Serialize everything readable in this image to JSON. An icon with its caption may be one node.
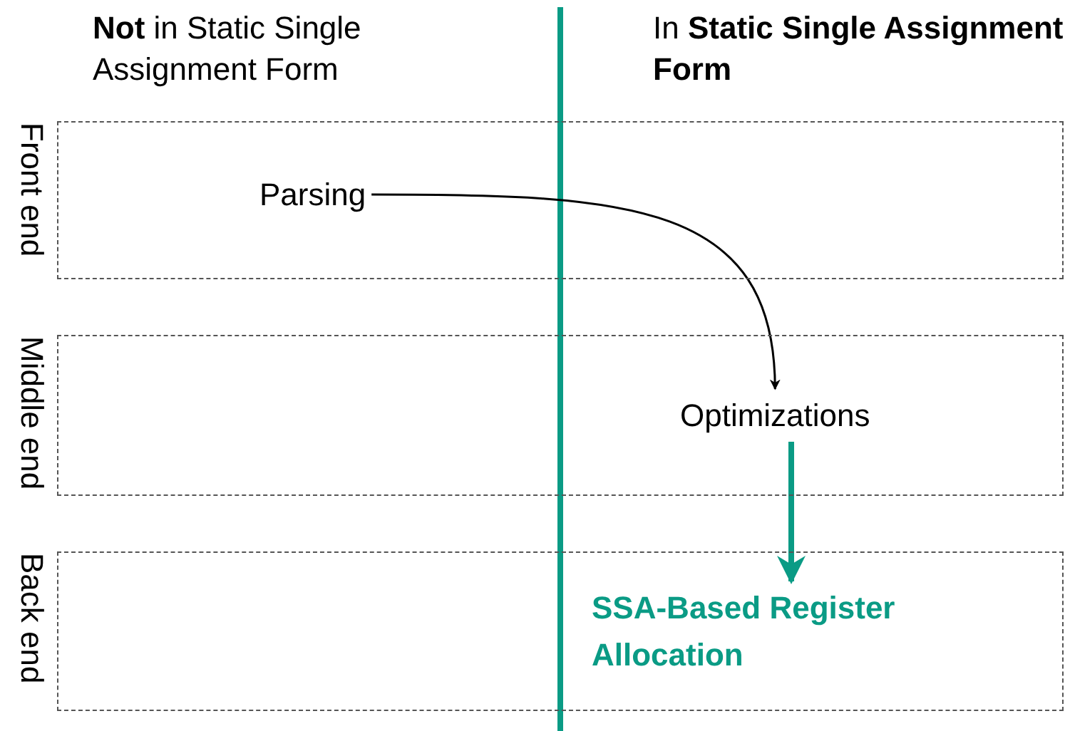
{
  "diagram": {
    "nodes": [
      {
        "text": [
          "Front end"
        ]
      },
      {
        "text": [
          "Parsing"
        ],
        "in": 0
      },
      {
        "text": [
          "Middle end"
        ]
      },
      {
        "text": [
          "Optimizations"
        ],
        "in": 2
      },
      {
        "text": [
          "Back end"
        ]
      },
      {
        "text": [
          "SSA-Based Register Allocation"
        ],
        "in": 4
      }
    ],
    "edges": [
      {
        "from": 1,
        "to": 3,
        "arrow": "to"
      },
      {
        "from": 3,
        "to": 5,
        "arrow": "to",
        "style": "thick",
        "color": "#0a9b85"
      }
    ],
    "labels": [
      "**Not** in Static Single Assignment Form",
      "In **Static Single Assignment Form**"
    ]
  }
}
